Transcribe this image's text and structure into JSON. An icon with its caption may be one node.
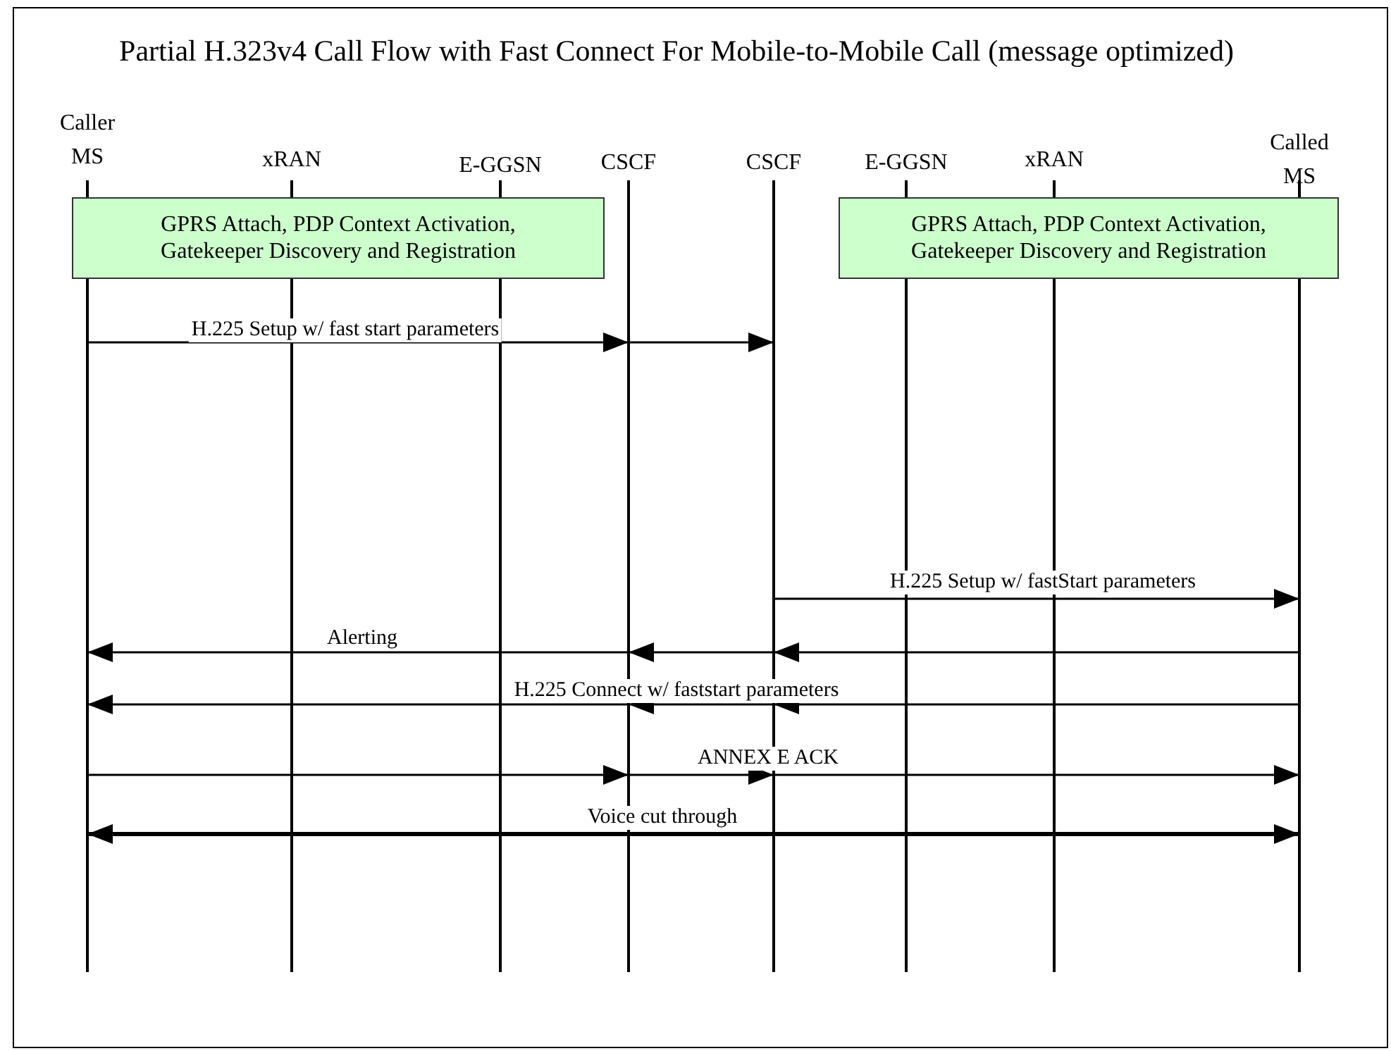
{
  "diagram": {
    "title": "Partial H.323v4 Call Flow with Fast Connect For Mobile-to-Mobile Call (message optimized)",
    "nodes": [
      {
        "text": [
          "Caller MS"
        ]
      },
      {
        "text": [
          "xRAN"
        ]
      },
      {
        "text": [
          "E-GGSN"
        ]
      },
      {
        "text": [
          "CSCF"
        ]
      },
      {
        "text": [
          "CSCF"
        ]
      },
      {
        "text": [
          "E-GGSN"
        ]
      },
      {
        "text": [
          "xRAN"
        ]
      },
      {
        "text": [
          "Called MS"
        ]
      },
      {
        "text": [
          "GPRS Attach, PDP Context Activation, Gatekeeper Discovery and Registration"
        ]
      },
      {
        "text": [
          "GPRS Attach, PDP Context Activation, Gatekeeper Discovery and Registration"
        ]
      }
    ],
    "edges": [
      {
        "from": 0,
        "to": 3,
        "arrow": "to",
        "label": "H.225 Setup w/ fast start parameters"
      },
      {
        "from": 3,
        "to": 4,
        "arrow": "to"
      },
      {
        "from": 4,
        "to": 7,
        "arrow": "to",
        "label": "H.225 Setup w/ fastStart parameters"
      },
      {
        "from": 7,
        "to": 4,
        "arrow": "to"
      },
      {
        "from": 4,
        "to": 3,
        "arrow": "to"
      },
      {
        "from": 3,
        "to": 0,
        "arrow": "to",
        "label": "Alerting"
      },
      {
        "from": 7,
        "to": 4,
        "arrow": "to"
      },
      {
        "from": 4,
        "to": 3,
        "arrow": "to"
      },
      {
        "from": 3,
        "to": 0,
        "arrow": "to",
        "label": "H.225 Connect w/ faststart parameters"
      },
      {
        "from": 0,
        "to": 3,
        "arrow": "to"
      },
      {
        "from": 3,
        "to": 4,
        "arrow": "to"
      },
      {
        "from": 4,
        "to": 7,
        "arrow": "to",
        "label": "ANNEX E ACK"
      },
      {
        "from": 0,
        "to": 7,
        "arrow": "both",
        "style": "thick",
        "label": "Voice cut through"
      }
    ]
  }
}
